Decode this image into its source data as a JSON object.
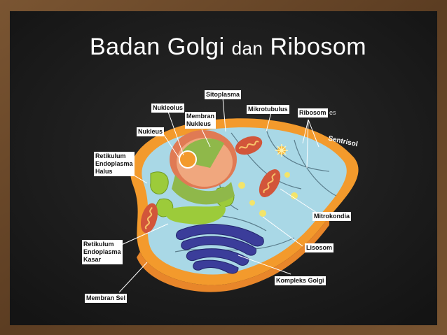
{
  "title": {
    "main_a": "Badan Golgi",
    "main_b": "dan",
    "main_c": "Ribosom"
  },
  "labels": {
    "sitoplasma": "Sitoplasma",
    "nukleolus": "Nukleolus",
    "membran_nukleus": "Membran\nNukleus",
    "mikrotubulus": "Mikrotubulus",
    "ribosom": "Ribosom",
    "nukleus": "Nukleus",
    "sentrisol": "Sentrisol",
    "retikulum_halus": "Retikulum\nEndoplasma\nHalus",
    "mitrokondia": "Mitrokondia",
    "retikulum_kasar": "Retikulum\nEndoplasma\nKasar",
    "lisosom": "Lisosom",
    "kompleks_golgi": "Kompleks Golgi",
    "membran_sel": "Membran Sel"
  },
  "colors": {
    "chalkboard": "#1a1a1a",
    "frame_wood": "#6b4a2b",
    "cell_membrane": "#f39a2c",
    "cytoplasm": "#a9d8e6",
    "nucleus": "#e07a54",
    "golgi": "#3b3d9a",
    "mitochondria": "#d2553a",
    "er_smooth": "#9ccb3a"
  }
}
